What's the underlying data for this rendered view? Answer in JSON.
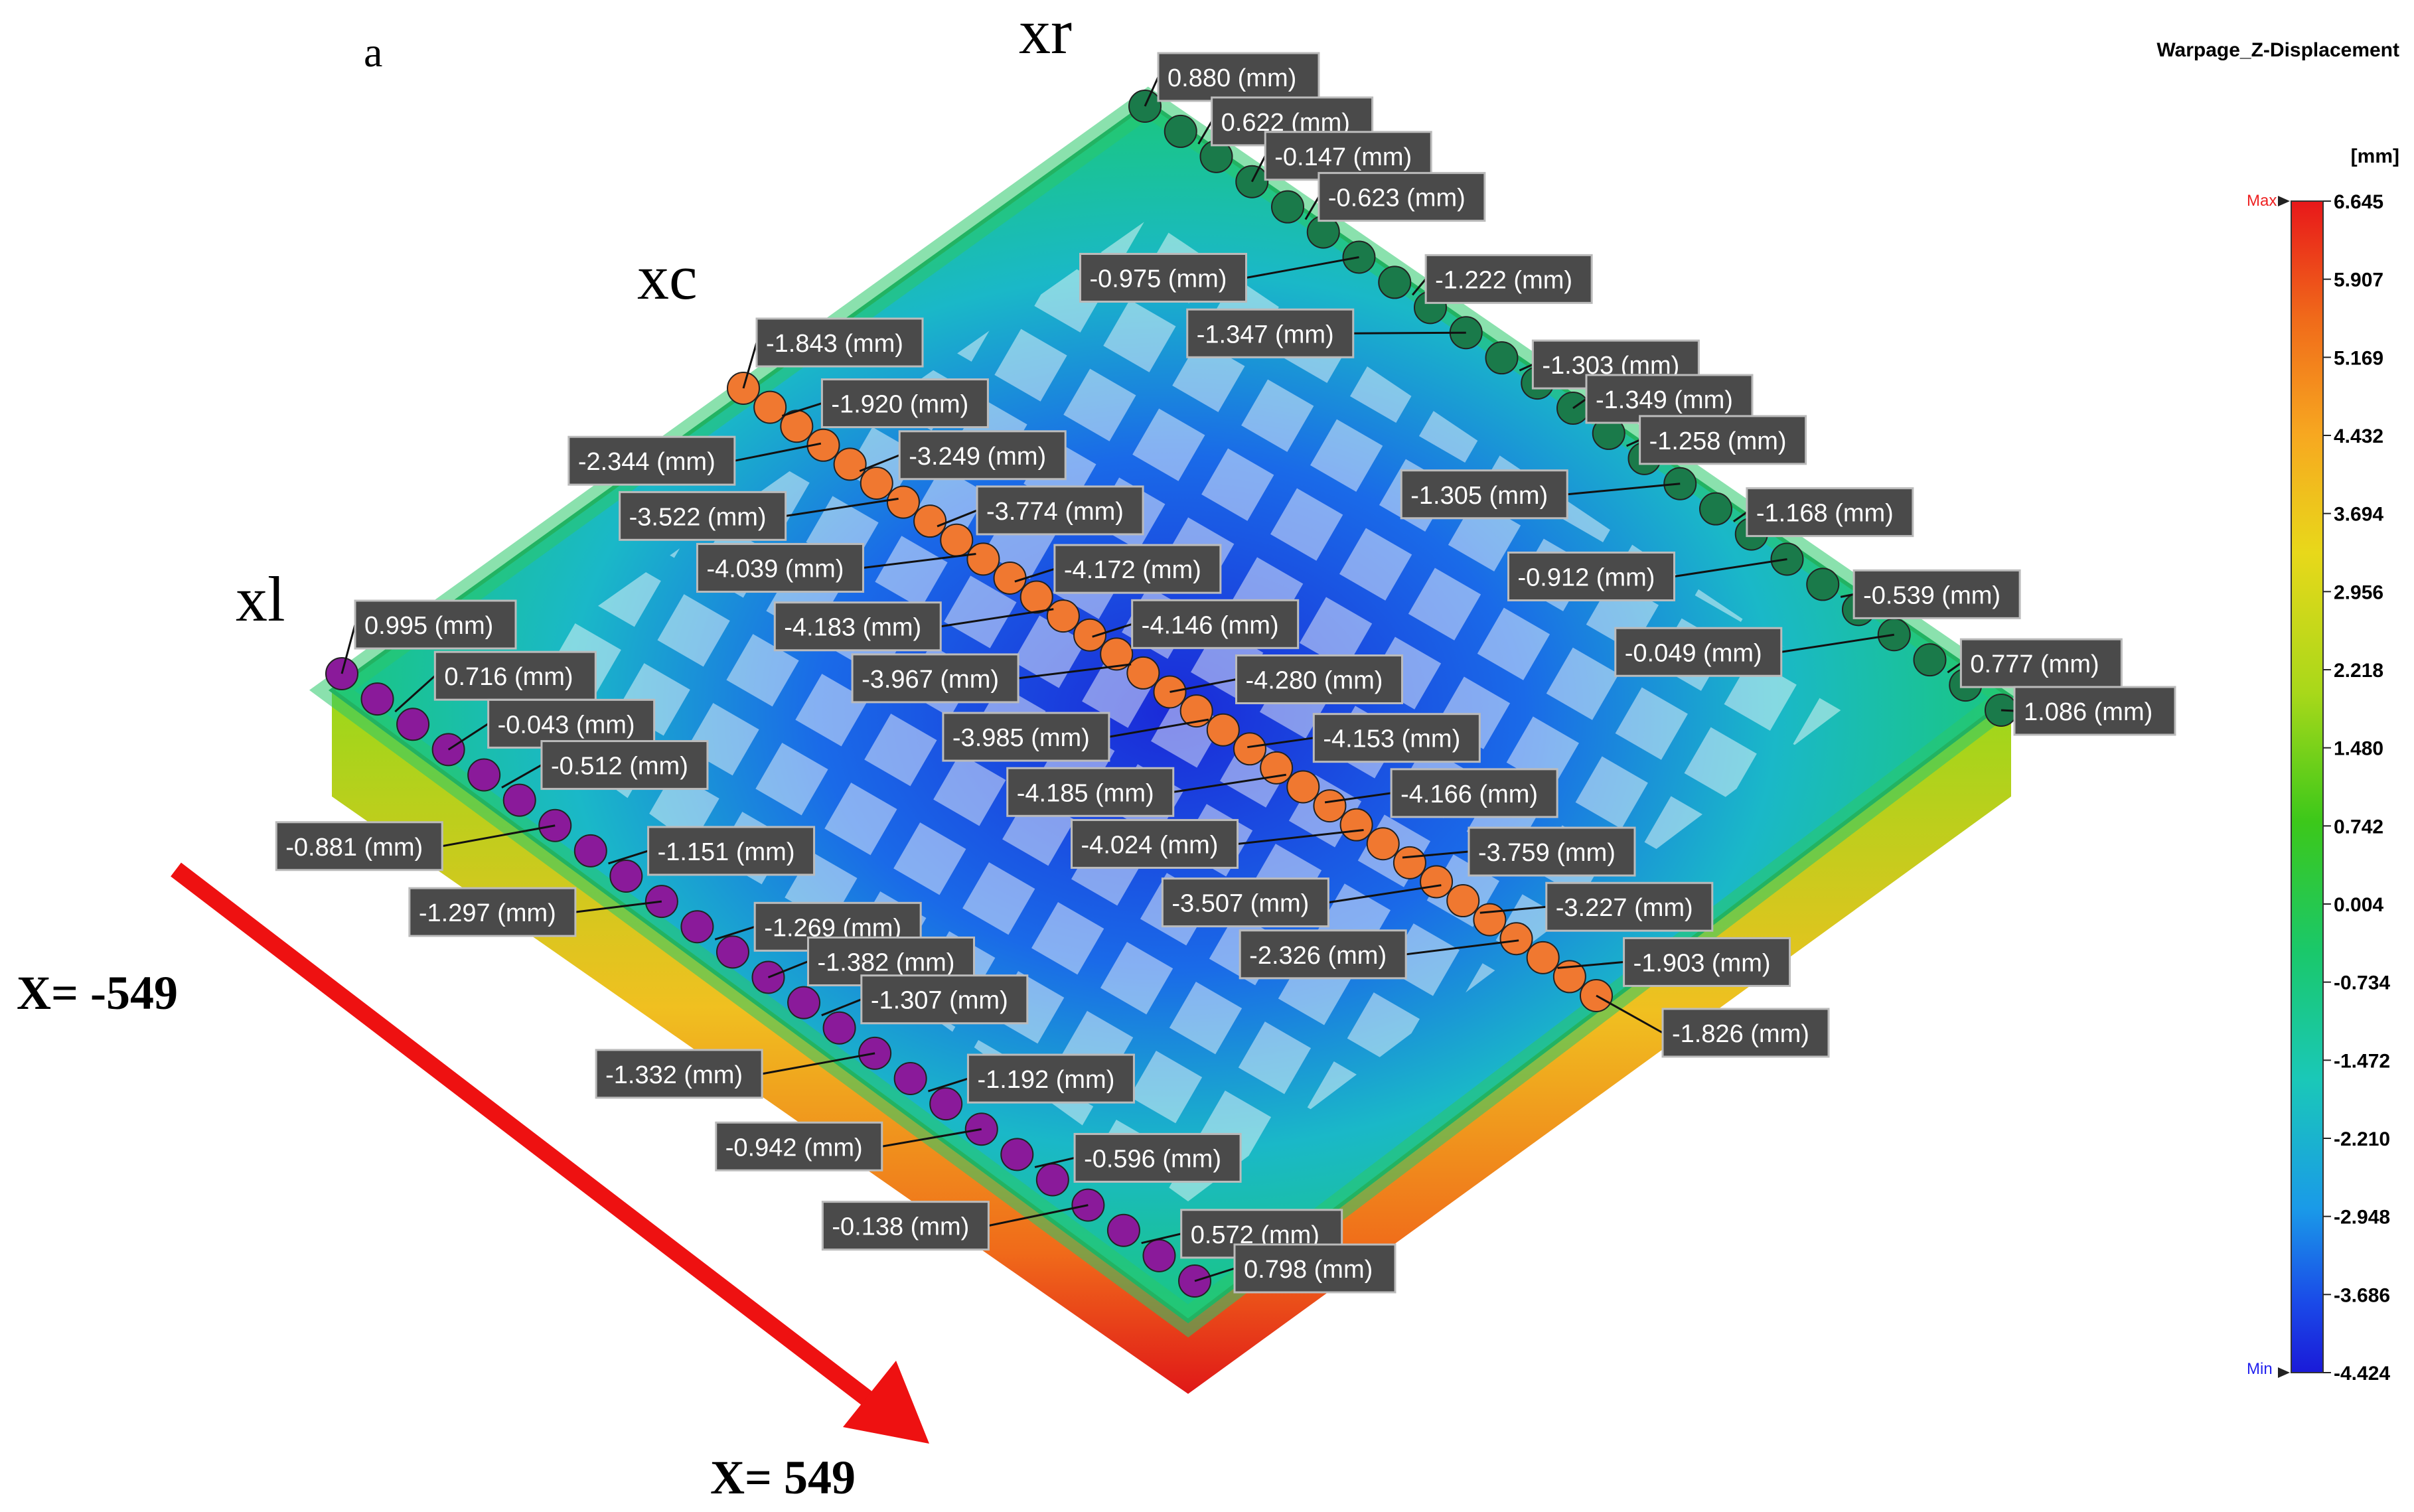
{
  "figure": {
    "panel_label": "a",
    "result_title": "Warpage_Z-Displacement"
  },
  "lines": {
    "xr": "xr",
    "xc": "xc",
    "xl": "xl"
  },
  "axis": {
    "start_label": "X= -549",
    "end_label": "X= 549"
  },
  "legend": {
    "unit": "[mm]",
    "max_label": "Max",
    "min_label": "Min",
    "ticks": [
      "6.645",
      "5.907",
      "5.169",
      "4.432",
      "3.694",
      "2.956",
      "2.218",
      "1.480",
      "0.742",
      "0.004",
      "-0.734",
      "-1.472",
      "-2.210",
      "-2.948",
      "-3.686",
      "-4.424"
    ],
    "max_value": 6.645,
    "min_value": -4.424,
    "colors": [
      "#e8181a",
      "#f06a1a",
      "#f7a820",
      "#e8d81a",
      "#a8d81a",
      "#3cc81a",
      "#1ac86a",
      "#1ac8b8",
      "#1a9ae8",
      "#1a4ae8",
      "#1a1ad8"
    ]
  },
  "probes": {
    "xr": {
      "color": "#1a7a4a",
      "labels": [
        "0.880 (mm)",
        "0.622 (mm)",
        "-0.147 (mm)",
        "-0.623 (mm)",
        "-0.975 (mm)",
        "-1.222 (mm)",
        "-1.347 (mm)",
        "-1.303 (mm)",
        "-1.349 (mm)",
        "-1.258 (mm)",
        "-1.305 (mm)",
        "-1.168 (mm)",
        "-0.912 (mm)",
        "-0.539 (mm)",
        "-0.049 (mm)",
        "0.777 (mm)",
        "1.086 (mm)"
      ]
    },
    "xc": {
      "color": "#f07830",
      "labels": [
        "-1.843 (mm)",
        "-1.920 (mm)",
        "-2.344 (mm)",
        "-3.249 (mm)",
        "-3.522 (mm)",
        "-3.774 (mm)",
        "-4.039 (mm)",
        "-4.172 (mm)",
        "-4.183 (mm)",
        "-4.146 (mm)",
        "-3.967 (mm)",
        "-4.280 (mm)",
        "-3.985 (mm)",
        "-4.153 (mm)",
        "-4.185 (mm)",
        "-4.166 (mm)",
        "-4.024 (mm)",
        "-3.759 (mm)",
        "-3.507 (mm)",
        "-3.227 (mm)",
        "-2.326 (mm)",
        "-1.903 (mm)",
        "-1.826 (mm)"
      ]
    },
    "xl": {
      "color": "#8a1a9a",
      "labels": [
        "0.995 (mm)",
        "0.716 (mm)",
        "-0.043 (mm)",
        "-0.512 (mm)",
        "-0.881 (mm)",
        "-1.151 (mm)",
        "-1.297 (mm)",
        "-1.269 (mm)",
        "-1.382 (mm)",
        "-1.307 (mm)",
        "-1.332 (mm)",
        "-1.192 (mm)",
        "-0.942 (mm)",
        "-0.596 (mm)",
        "-0.138 (mm)",
        "0.572 (mm)",
        "0.798 (mm)"
      ]
    }
  }
}
